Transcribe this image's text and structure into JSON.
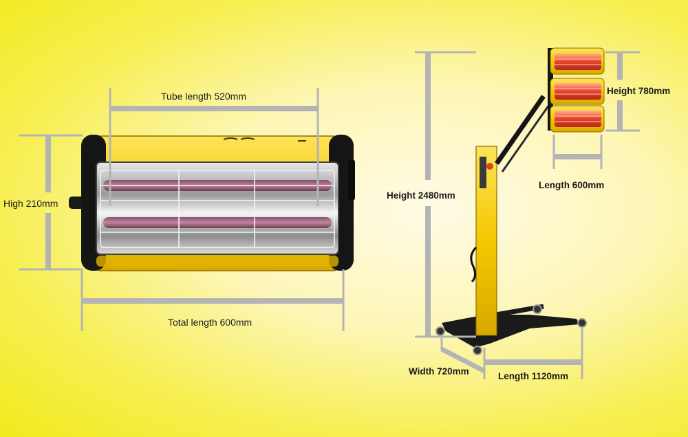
{
  "heater_unit": {
    "tube_length_label": "Tube length 520mm",
    "high_label": "High  210mm",
    "total_length_label": "Total length  600mm"
  },
  "stand_unit": {
    "lamp_height_label": "Height  780mm",
    "lamp_length_label": "Length 600mm",
    "overall_height_label": "Height  2480mm",
    "base_width_label": "Width 720mm",
    "base_length_label": "Length 1120mm"
  },
  "colors": {
    "housing_yellow": "#f5c800",
    "dimension_gray": "#b4b4b4",
    "lamp_red": "#e8402a"
  }
}
